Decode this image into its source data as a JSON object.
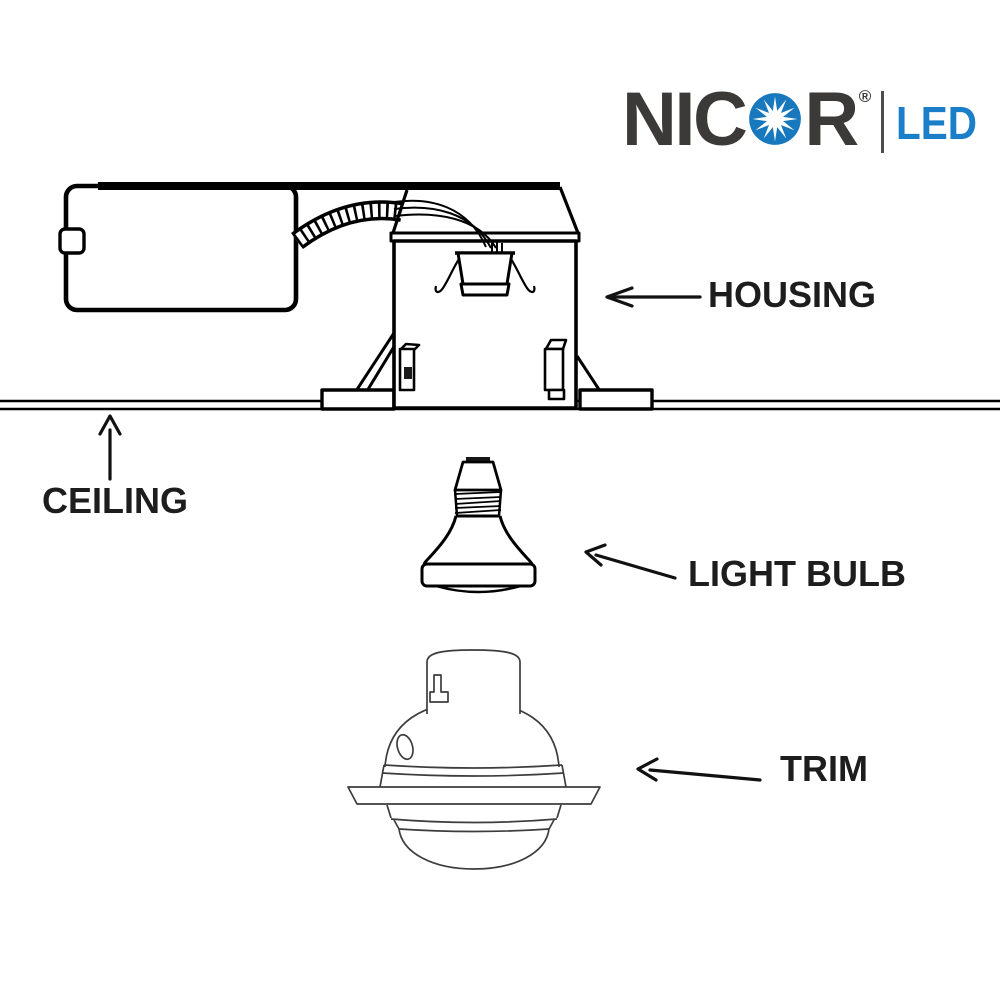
{
  "logo": {
    "brand_prefix": "NIC",
    "brand_suffix": "R",
    "registered": "®",
    "sub_brand": "LED",
    "brand_color": "#3b3a38",
    "sub_brand_color": "#1b7ec9",
    "starburst_color": "#1878bd",
    "divider_color": "#4d4d4d",
    "o_icon": "starburst-in-circle"
  },
  "diagram": {
    "labels": {
      "housing": "HOUSING",
      "ceiling": "CEILING",
      "light_bulb": "LIGHT BULB",
      "trim": "TRIM"
    },
    "line_color": "#000000",
    "trim_line_color": "#3d3d3d",
    "background": "#ffffff",
    "components": [
      "junction-box",
      "flexible-conduit",
      "hanger-bar",
      "recessed-housing-can",
      "lamp-socket",
      "mounting-plates",
      "ceiling-line",
      "par-light-bulb",
      "trim-with-dome-lens"
    ]
  }
}
